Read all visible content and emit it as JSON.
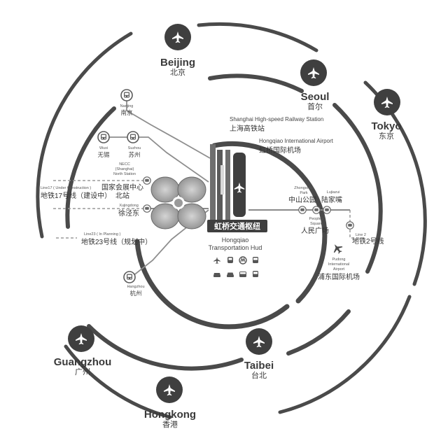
{
  "cities": {
    "beijing": {
      "en": "Beijing",
      "cn": "北京"
    },
    "seoul": {
      "en": "Seoul",
      "cn": "首尔"
    },
    "tokyo": {
      "en": "Tokyo",
      "cn": "东京"
    },
    "guangzhou": {
      "en": "Guangzhou",
      "cn": "广州"
    },
    "taibei": {
      "en": "Taibei",
      "cn": "台北"
    },
    "hongkong": {
      "en": "Hongkong",
      "cn": "香港"
    }
  },
  "stations": {
    "nanjing": {
      "en": "Nanjing",
      "cn": "南京"
    },
    "wuxi": {
      "en": "Wuxi",
      "cn": "无锡"
    },
    "suzhou": {
      "en": "Suzhou",
      "cn": "苏州"
    },
    "hangzhou": {
      "en": "Hangzhou",
      "cn": "杭州"
    },
    "necc": {
      "en1": "NECC",
      "en2": "(Shanghai)",
      "en3": "North Station",
      "cn1": "国家会展中心",
      "cn2": "北站"
    },
    "xujingdong": {
      "en": "Xujingdong",
      "cn": "徐泾东"
    },
    "zhongshan": {
      "en1": "Zhongshan",
      "en2": "Park",
      "cn": "中山公园"
    },
    "lujiazui": {
      "en": "Lujiazui",
      "cn": "陆家嘴"
    },
    "peoples": {
      "en1": "People's",
      "en2": "Square",
      "cn": "人民广场"
    },
    "pudong": {
      "en1": "Pudong",
      "en2": "International",
      "en3": "Airport",
      "cn": "浦东国际机场"
    }
  },
  "hub": {
    "railway_en": "Shanghai High-speed Railway Station",
    "railway_cn": "上海高铁站",
    "airport_en": "Hongqiao International Airport",
    "airport_cn": "虹桥国际机场",
    "title_cn": "虹桥交通枢纽",
    "title_en1": "Hongqiao",
    "title_en2": "Transportation Hud"
  },
  "lines": {
    "line17_en": "Line17 ( Under Construction )",
    "line17_cn": "地铁17号线（建设中）",
    "line23_en": "Line23 ( In Planning )",
    "line23_cn": "地铁23号线（规划中）",
    "line2_en": "Line 2",
    "line2_cn": "地铁2号线"
  },
  "colors": {
    "ring": "#4a4a4a",
    "accent": "#3f3f3f",
    "muted": "#b8b8b8"
  },
  "icons": [
    "airplane-icon",
    "train-icon",
    "metro-icon",
    "bus-icon",
    "taxi-icon",
    "car-icon",
    "clover-hub-icon"
  ]
}
